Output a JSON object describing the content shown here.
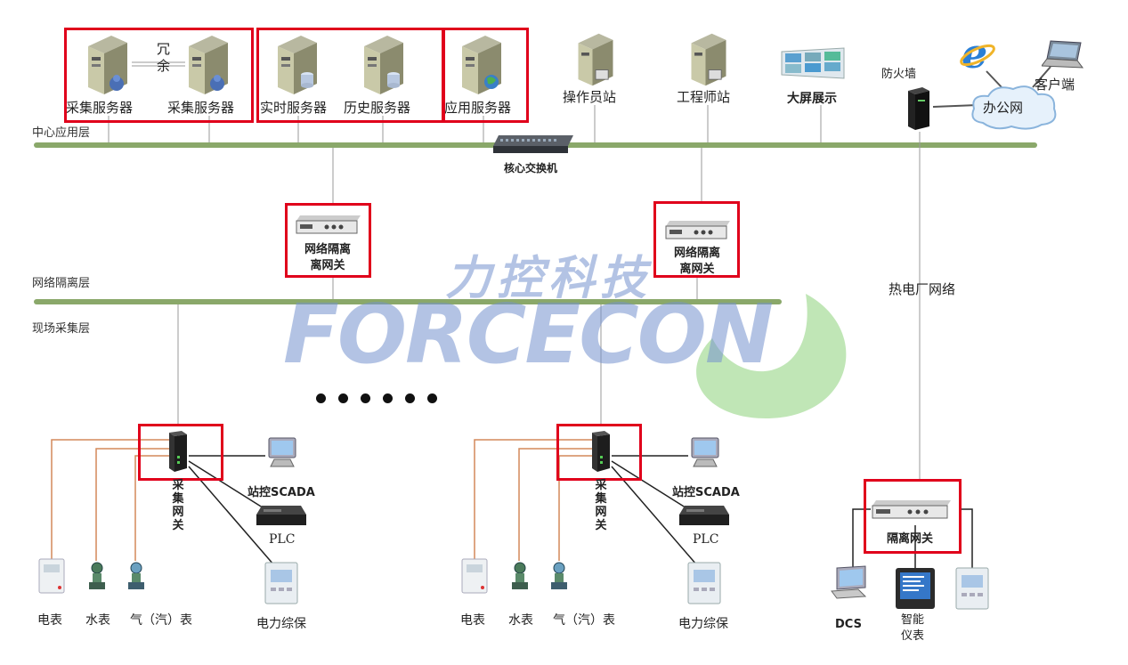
{
  "layers": {
    "center": "中心应用层",
    "isolation": "网络隔离层",
    "field": "现场采集层"
  },
  "center": {
    "redundant": "冗余",
    "collector_server": "采集服务器",
    "realtime_server": "实时服务器",
    "history_server": "历史服务器",
    "app_server": "应用服务器",
    "operator_station": "操作员站",
    "engineer_station": "工程师站",
    "big_screen": "大屏展示",
    "firewall": "防火墙",
    "client": "客户端",
    "office_net": "办公网",
    "core_switch": "核心交换机"
  },
  "isolation": {
    "gateway": "网络隔离离网关"
  },
  "plant_network": "热电厂网络",
  "watermark": {
    "cn": "力控科技",
    "en": "FORCECON"
  },
  "field": {
    "collect_gateway": "采集网关",
    "scada": "站控SCADA",
    "plc": "PLC",
    "electric_meter": "电表",
    "water_meter": "水表",
    "gas_meter": "气（汽）表",
    "power_protection": "电力综保"
  },
  "plant": {
    "isolation_gateway": "隔离网关",
    "dcs": "DCS",
    "smart_meter": "智能仪表"
  },
  "colors": {
    "highlight": "#e0001b",
    "bus": "#8aa86a",
    "meter_wire": "#d4895a",
    "watermark_blue": "#7492ce",
    "watermark_green": "#8dd27a"
  }
}
